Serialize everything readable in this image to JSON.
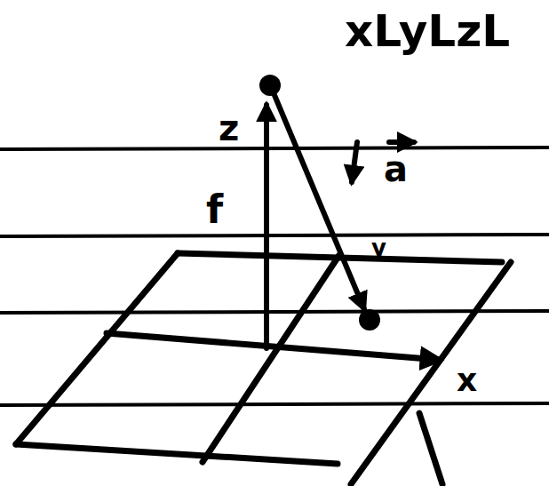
{
  "diagram": {
    "labels": [
      "xLyLzL",
      "z",
      "a",
      "f",
      "y",
      "x"
    ]
  }
}
